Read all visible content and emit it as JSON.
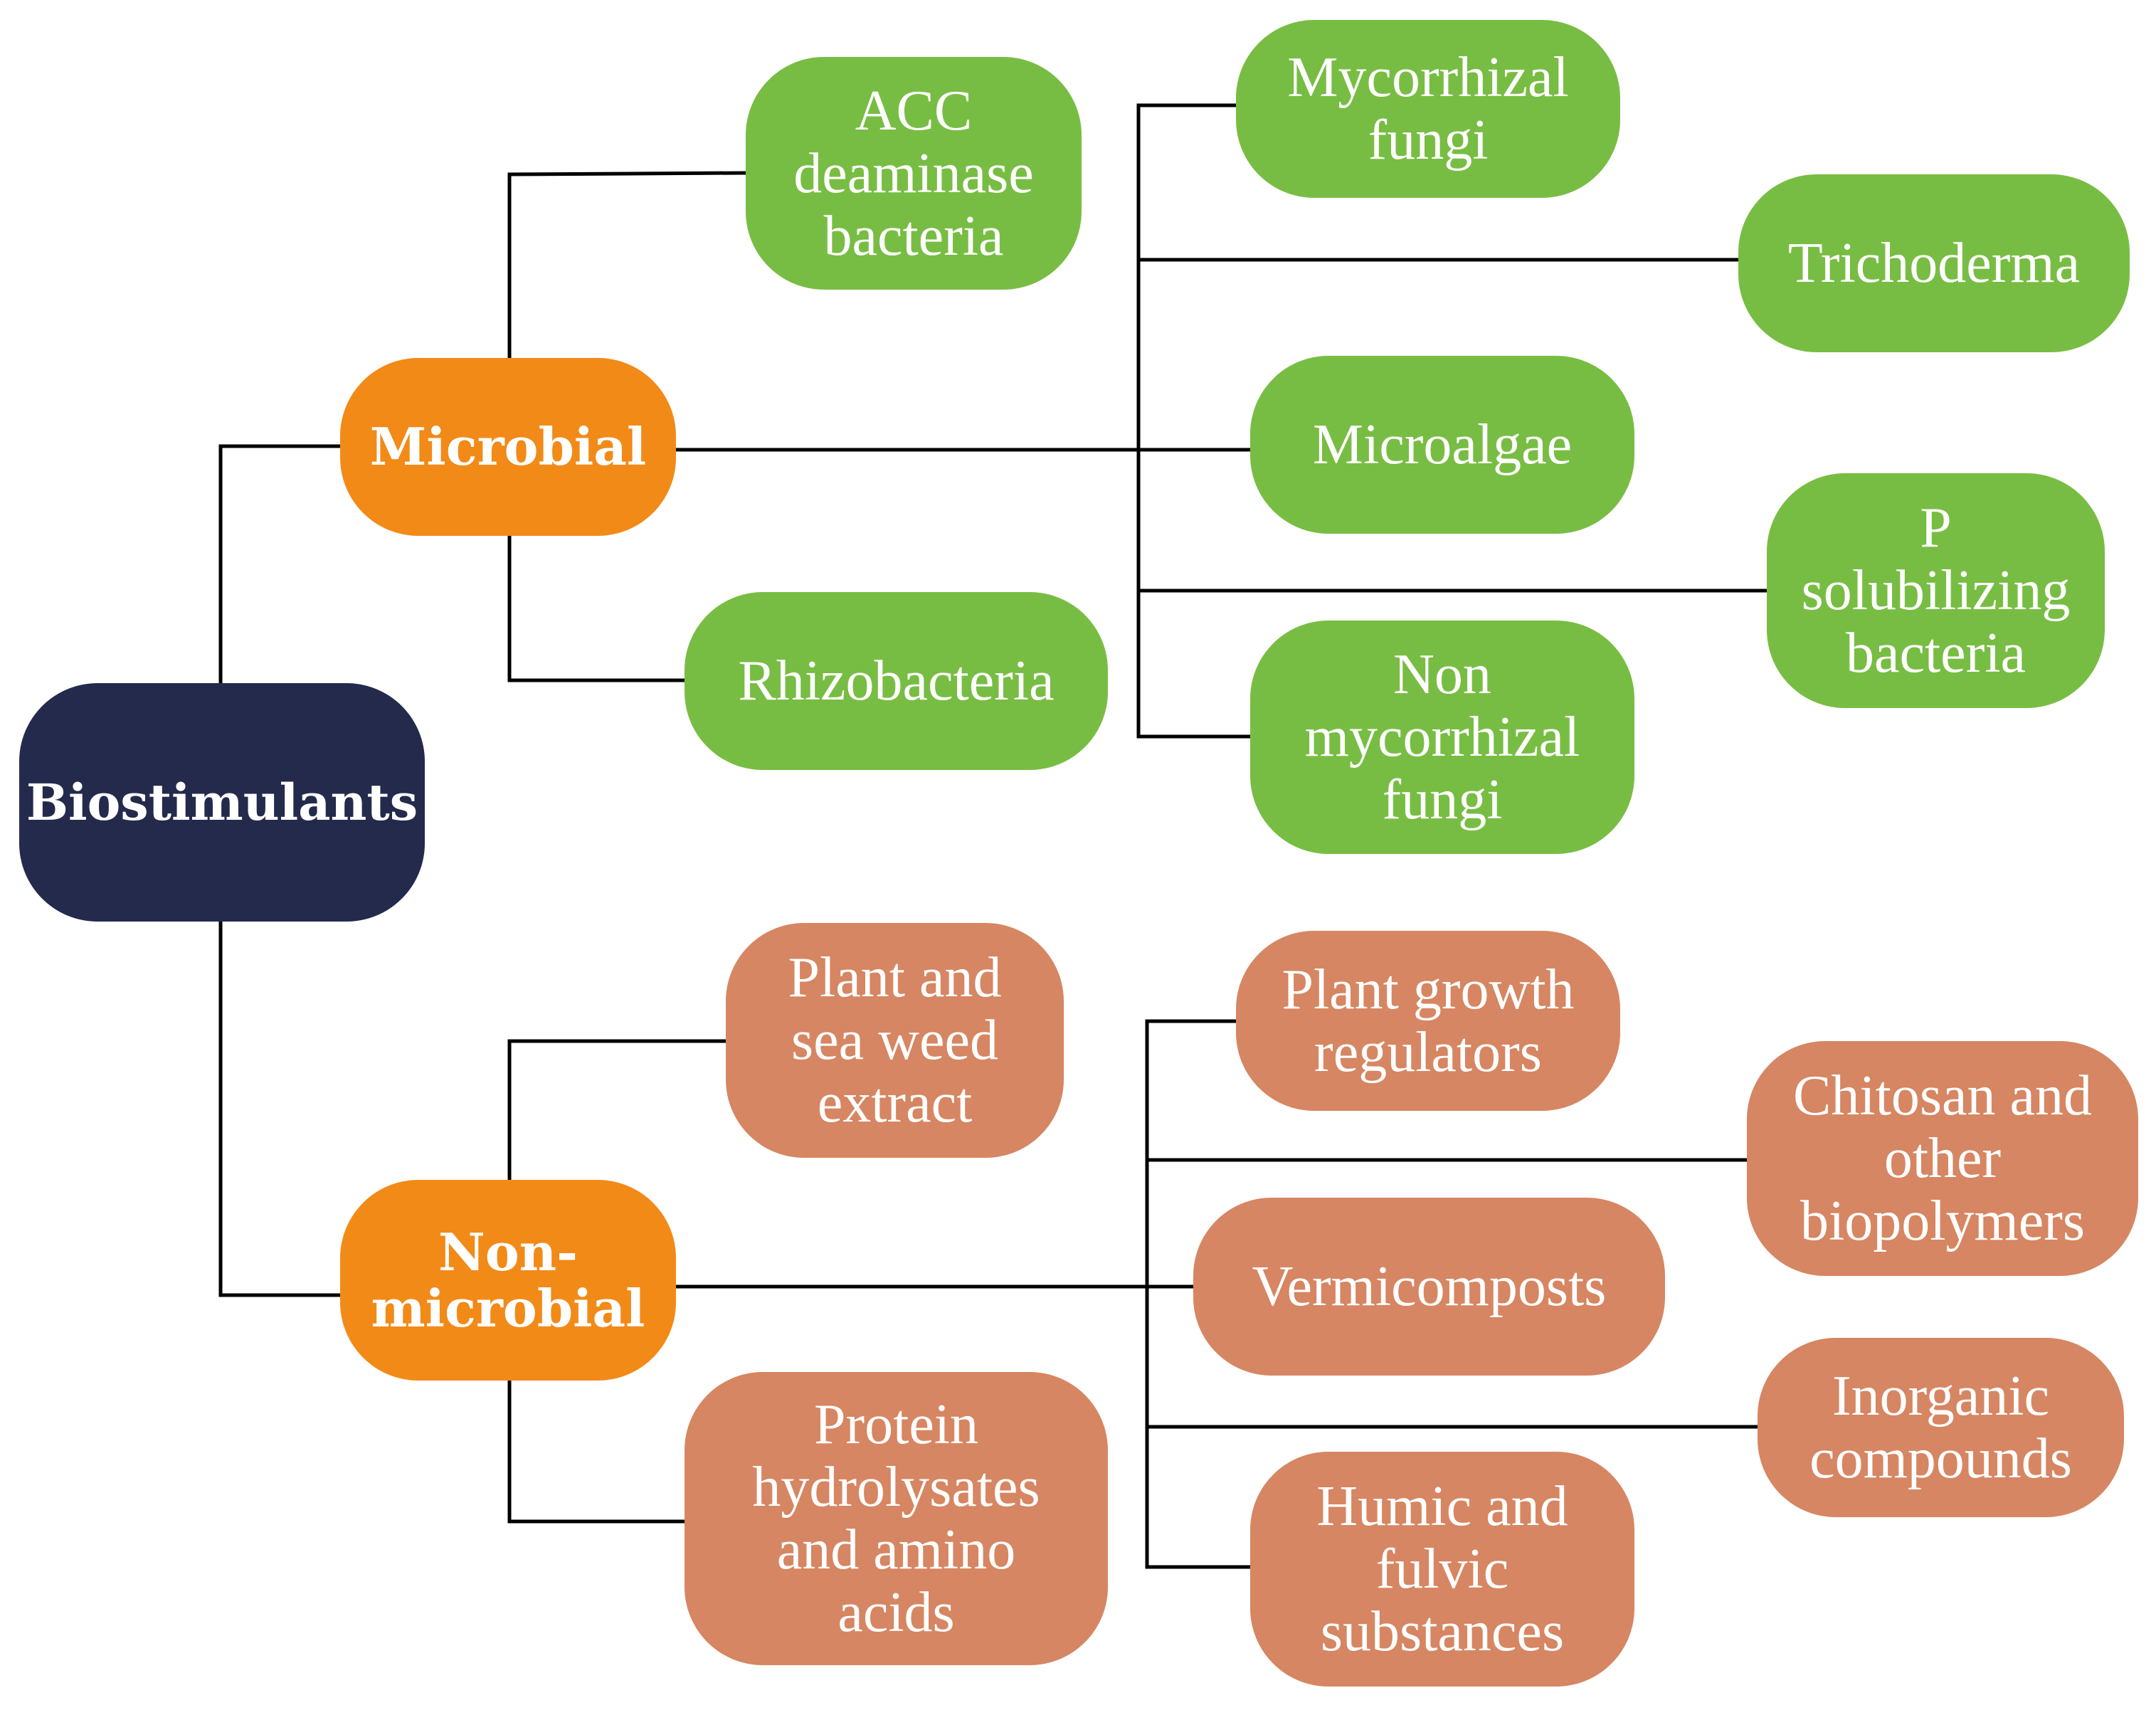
{
  "colors": {
    "root": "#232a4c",
    "category": "#f28a18",
    "microbial_leaf": "#78bd43",
    "nonmicrobial_leaf": "#d68662",
    "connector": "#000000",
    "text": "#ffffff"
  },
  "root": {
    "label": "Biostimulants"
  },
  "microbial": {
    "label": "Microbial",
    "direct_children": {
      "acc": "ACC\ndeaminase\nbacteria",
      "rhizobacteria": "Rhizobacteria"
    },
    "far_children": {
      "mycorrhizal": "Mycorrhizal\nfungi",
      "trichoderma": "Trichoderma",
      "microalgae": "Microalgae",
      "p_solubilizing": "P\nsolubilizing\nbacteria",
      "non_mycorrhizal": "Non\nmycorrhizal\nfungi"
    }
  },
  "non_microbial": {
    "label": "Non-\nmicrobial",
    "direct_children": {
      "plant_seaweed": "Plant and\nsea weed\nextract",
      "protein": "Protein\nhydrolysates\nand amino\nacids"
    },
    "far_children": {
      "pgr": "Plant growth\nregulators",
      "chitosan": "Chitosan and\nother\nbiopolymers",
      "vermicomposts": "Vermicomposts",
      "inorganic": "Inorganic\ncompounds",
      "humic": "Humic and\nfulvic\nsubstances"
    }
  }
}
